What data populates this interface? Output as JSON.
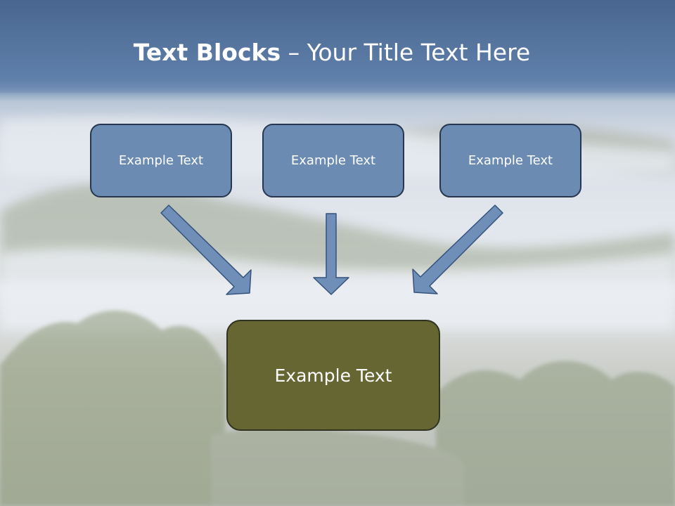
{
  "title": {
    "bold": "Text Blocks",
    "dash": " – ",
    "rest": "Your Title Text Here"
  },
  "top_boxes": [
    {
      "label": "Example Text"
    },
    {
      "label": "Example Text"
    },
    {
      "label": "Example Text"
    }
  ],
  "bottom_box": {
    "label": "Example Text"
  },
  "colors": {
    "top_band": "#5a7aa5",
    "top_box_fill": "#6b8bb3",
    "bottom_box_fill": "#666632",
    "arrow_fill": "#6f8fb8"
  }
}
